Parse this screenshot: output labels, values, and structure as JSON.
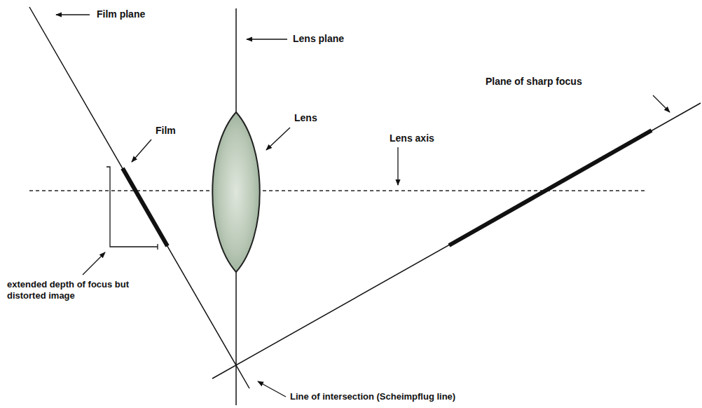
{
  "diagram": {
    "labels": [
      "Film plane",
      "Lens plane",
      "Plane of sharp focus",
      "Film",
      "Lens",
      "Lens axis",
      "extended depth of focus but distorted image",
      "Line of intersection (Scheimpflug line)"
    ]
  }
}
